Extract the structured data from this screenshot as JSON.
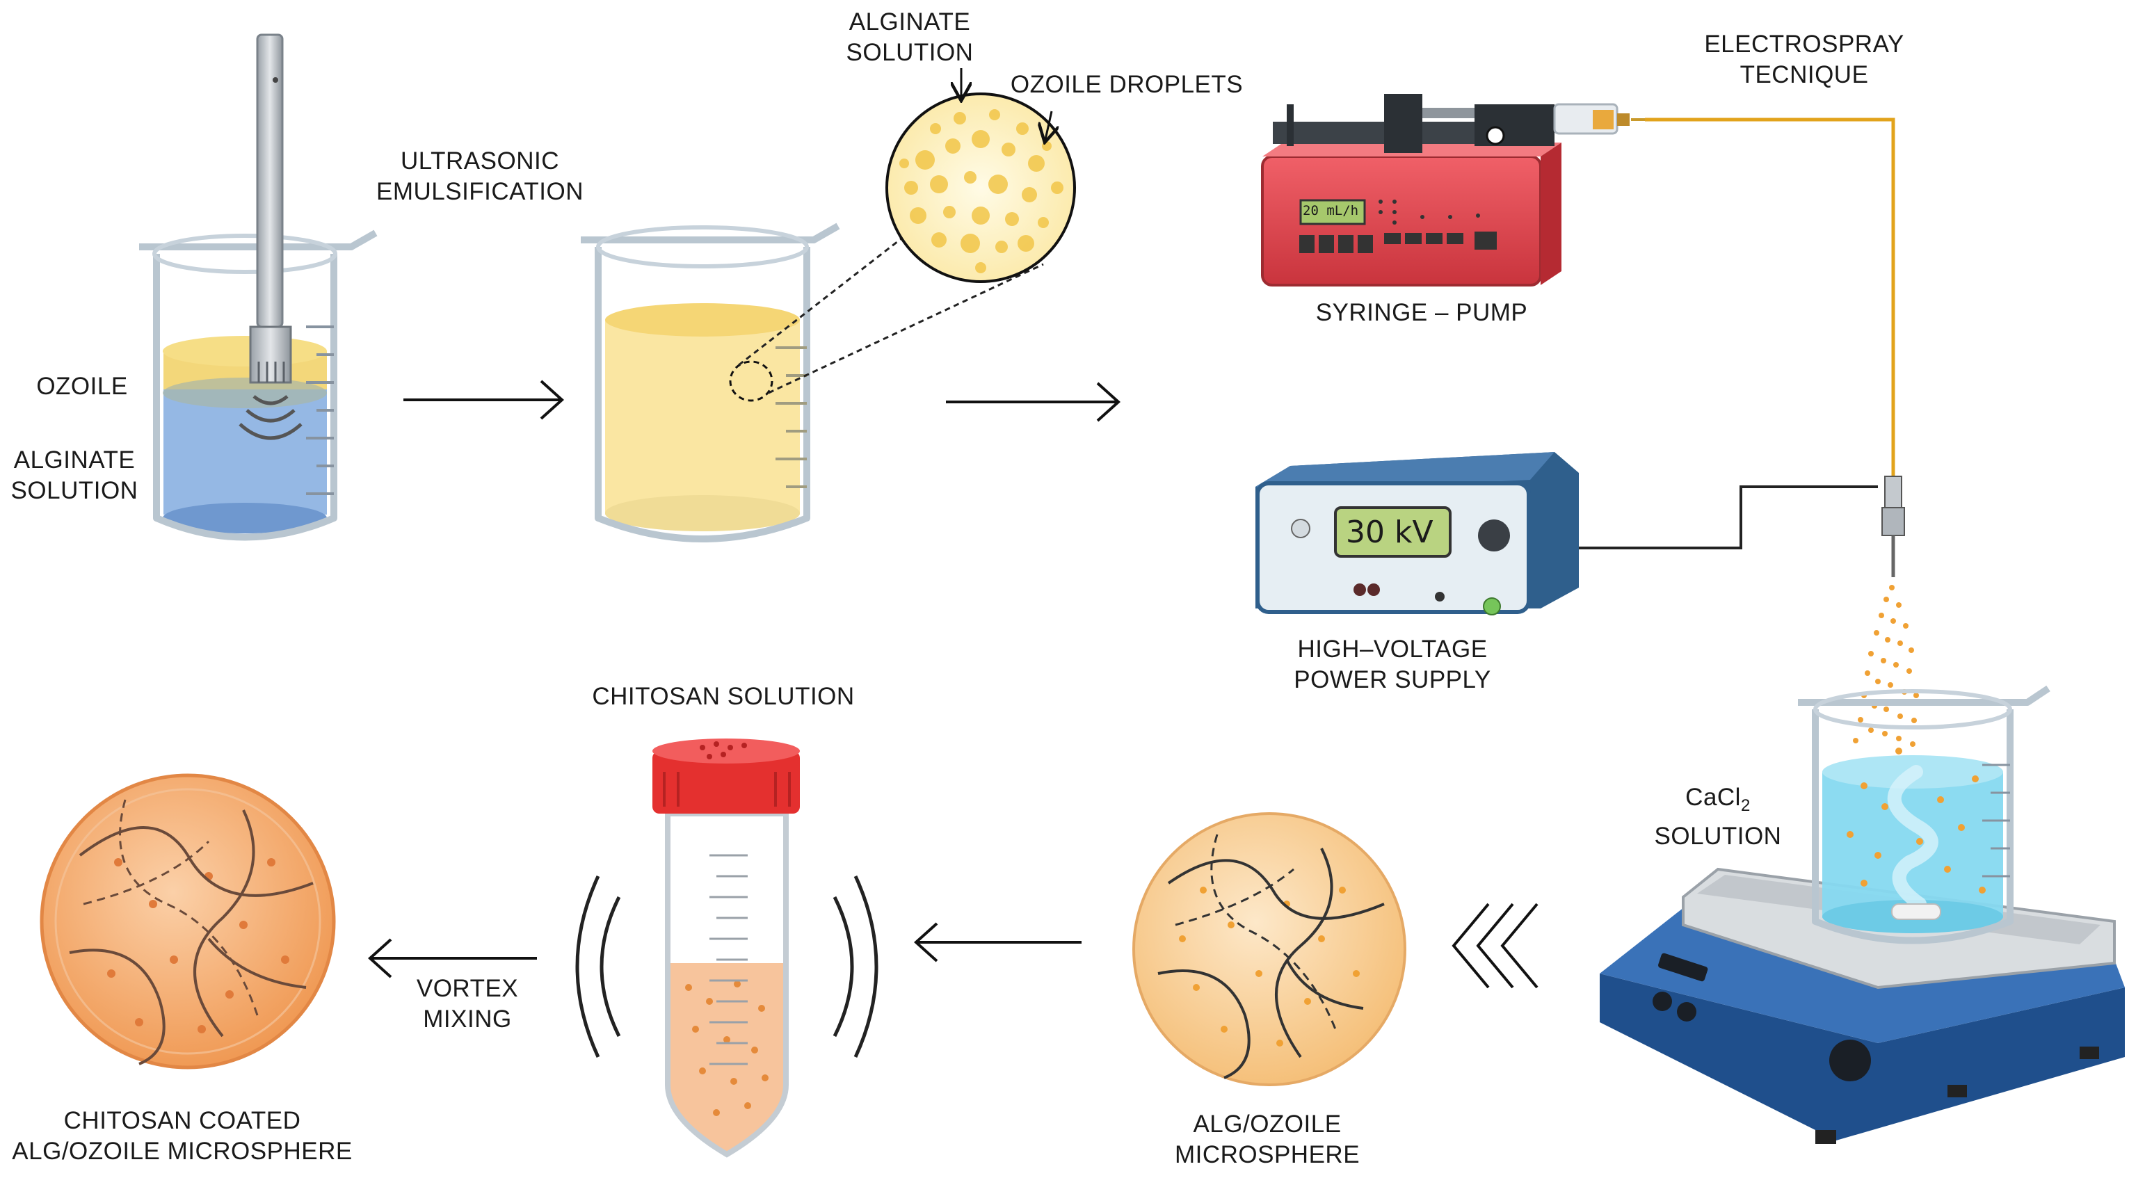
{
  "labels": {
    "ultrasonic": [
      "ULTRASONIC",
      "EMULSIFICATION"
    ],
    "ozoile": "OZOILE",
    "alginate_solution_left": [
      "ALGINATE",
      "SOLUTION"
    ],
    "alginate_solution_zoom": [
      "ALGINATE",
      "SOLUTION"
    ],
    "ozoile_droplets": "OZOILE DROPLETS",
    "electrospray": [
      "ELECTROSPRAY",
      "TECNIQUE"
    ],
    "syringe_pump": "SYRINGE – PUMP",
    "high_voltage": [
      "HIGH–VOLTAGE",
      "POWER SUPPLY"
    ],
    "cacl2_main": "CaCl",
    "cacl2_sub": "2",
    "cacl2_solution": "SOLUTION",
    "chitosan_solution": "CHITOSAN SOLUTION",
    "vortex_mixing": [
      "VORTEX",
      "MIXING"
    ],
    "chitosan_coated": [
      "CHITOSAN COATED",
      "ALG/OZOILE MICROSPHERE"
    ],
    "alg_ozoile": [
      "ALG/OZOILE",
      "MICROSPHERE"
    ]
  },
  "pump_display": "20 mL/h",
  "power_display": "30 kV",
  "colors": {
    "pump_red": "#e8474f",
    "power_body": "#2f5f8c",
    "ozoile_yellow": "#f3d36b",
    "alginate_blue": "#86aee0",
    "cacl2_blue": "#7fd7ee",
    "microsphere_orange": "#f6b57e",
    "cap_red": "#e4302f",
    "wire_orange": "#e2a31b"
  }
}
